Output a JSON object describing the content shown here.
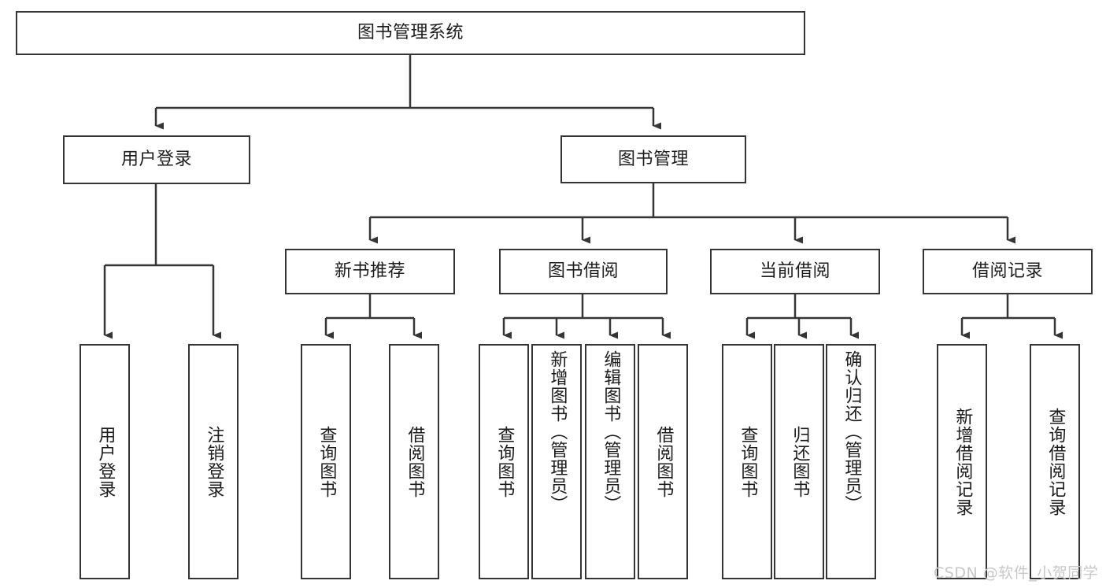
{
  "diagram": {
    "type": "tree-hierarchy-chart",
    "title": "图书管理系统",
    "root": {
      "label": "图书管理系统"
    },
    "level2": [
      {
        "label": "用户登录"
      },
      {
        "label": "图书管理"
      }
    ],
    "level3": [
      {
        "label": "新书推荐"
      },
      {
        "label": "图书借阅"
      },
      {
        "label": "当前借阅"
      },
      {
        "label": "借阅记录"
      }
    ],
    "leaves": {
      "user_login": [
        {
          "label": "用户登录"
        },
        {
          "label": "注销登录"
        }
      ],
      "new_book_recommend": [
        {
          "label": "查询图书"
        },
        {
          "label": "借阅图书"
        }
      ],
      "book_borrow": [
        {
          "label": "查询图书"
        },
        {
          "label": "新增图书（管理员）"
        },
        {
          "label": "编辑图书（管理员）"
        },
        {
          "label": "借阅图书"
        }
      ],
      "current_borrow": [
        {
          "label": "查询图书"
        },
        {
          "label": "归还图书"
        },
        {
          "label": "确认归还（管理员）"
        }
      ],
      "borrow_record": [
        {
          "label": "新增借阅记录"
        },
        {
          "label": "查询借阅记录"
        }
      ]
    },
    "watermark": "CSDN @软件_小贺同学",
    "colors": {
      "stroke": "#353535",
      "fill": "#ffffff",
      "text": "#1c1c1c",
      "watermark": "#c8c8c8"
    }
  }
}
